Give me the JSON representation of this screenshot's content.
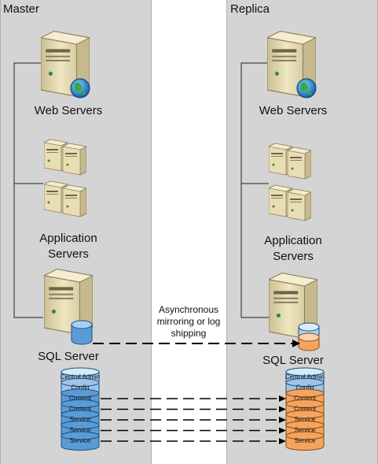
{
  "master": {
    "title": "Master",
    "web_label": "Web Servers",
    "app_label_1": "Application",
    "app_label_2": "Servers",
    "sql_label": "SQL Server"
  },
  "replica": {
    "title": "Replica",
    "web_label": "Web Servers",
    "app_label_1": "Application",
    "app_label_2": "Servers",
    "sql_label": "SQL Server"
  },
  "connection": {
    "line1": "Asynchronous",
    "line2": "mirroring or log",
    "line3": "shipping"
  },
  "db_stack": [
    "Central Admin",
    "Config",
    "Content",
    "Content",
    "Service",
    "Service",
    "Service"
  ],
  "colors": {
    "panel": "#d4d4d4",
    "master_db": "#5b9bd5",
    "replica_db": "#f4a460",
    "config_db": "#9fc4e8"
  }
}
